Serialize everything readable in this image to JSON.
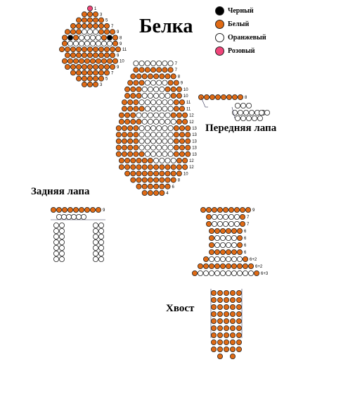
{
  "title": "Белка",
  "legend": [
    {
      "label": "Черный",
      "color": "#000000"
    },
    {
      "label": "Белый",
      "color": "#e06a14"
    },
    {
      "label": "Оранжевый",
      "color": "#ffffff"
    },
    {
      "label": "Розовый",
      "color": "#f0457a"
    }
  ],
  "labels": {
    "front_paw": "Передняя лапа",
    "back_paw": "Задняя лапа",
    "tail": "Хвост"
  },
  "head_rows": [
    {
      "pattern": "p",
      "count": "1"
    },
    {
      "pattern": "ooo",
      "count": "3"
    },
    {
      "pattern": "ooooo",
      "count": "5"
    },
    {
      "pattern": "ooooooo",
      "count": "7"
    },
    {
      "pattern": "ooowwwooo",
      "count": "9"
    },
    {
      "pattern": "obowwwwobo",
      "count": "8"
    },
    {
      "pattern": "owwwwwwwwo",
      "count": "9"
    },
    {
      "pattern": "ooooooooooo",
      "count": "11"
    },
    {
      "pattern": "ooooooooo",
      "count": "9"
    },
    {
      "pattern": "oooooooooo",
      "count": "10"
    },
    {
      "pattern": "ooooooooo",
      "count": "9"
    },
    {
      "pattern": "ooooooo",
      "count": "7"
    },
    {
      "pattern": "ooooo",
      "count": "5"
    },
    {
      "pattern": "ooo",
      "count": "3"
    }
  ],
  "body_rows": [
    {
      "pattern": "wwwwwww",
      "count": "7"
    },
    {
      "pattern": "ooooooo",
      "count": "7"
    },
    {
      "pattern": "oooooooo",
      "count": "8"
    },
    {
      "pattern": "ooowwwwoo",
      "count": "9"
    },
    {
      "pattern": "ooowwwwooo",
      "count": "10"
    },
    {
      "pattern": "ooowwwwwoo",
      "count": "10"
    },
    {
      "pattern": "ooowwwwwwoo",
      "count": "11"
    },
    {
      "pattern": "oooowwwwwoo",
      "count": "11"
    },
    {
      "pattern": "ooowwwwwwooo",
      "count": "12"
    },
    {
      "pattern": "oooowwwwwwoo",
      "count": "12"
    },
    {
      "pattern": "oooowwwwwwooo",
      "count": "13"
    },
    {
      "pattern": "oooowwwwwwooo",
      "count": "13"
    },
    {
      "pattern": "oooowwwwwwooo",
      "count": "13"
    },
    {
      "pattern": "oooowwwwwwooo",
      "count": "13"
    },
    {
      "pattern": "ooooowwwwwooo",
      "count": "13"
    },
    {
      "pattern": "oooooowwwwoo",
      "count": "12"
    },
    {
      "pattern": "oooooooooooo",
      "count": "12"
    },
    {
      "pattern": "oooooooooo",
      "count": "10"
    },
    {
      "pattern": "oooooooo",
      "count": "8"
    },
    {
      "pattern": "oooooo",
      "count": "6"
    },
    {
      "pattern": "oooo",
      "count": "4"
    }
  ],
  "front_paw": {
    "top_count": "8"
  },
  "back_paw": {
    "top_count": "9"
  },
  "tail_rows": [
    {
      "pattern": "ooooooooo",
      "count": "9"
    },
    {
      "pattern": "owwwwwo",
      "count": "7"
    },
    {
      "pattern": "owwwwwo",
      "count": "7"
    },
    {
      "pattern": "oooooo",
      "count": "6"
    },
    {
      "pattern": "owwwwo",
      "count": "6"
    },
    {
      "pattern": "owwwwo",
      "count": "6"
    },
    {
      "pattern": "oooooo",
      "count": "6"
    },
    {
      "pattern": "owwwwwwo",
      "count": "6+2"
    },
    {
      "pattern": "oooooooooo",
      "count": "6+2"
    },
    {
      "pattern": "owwwwwwwwwwo",
      "count": "6+3"
    }
  ]
}
